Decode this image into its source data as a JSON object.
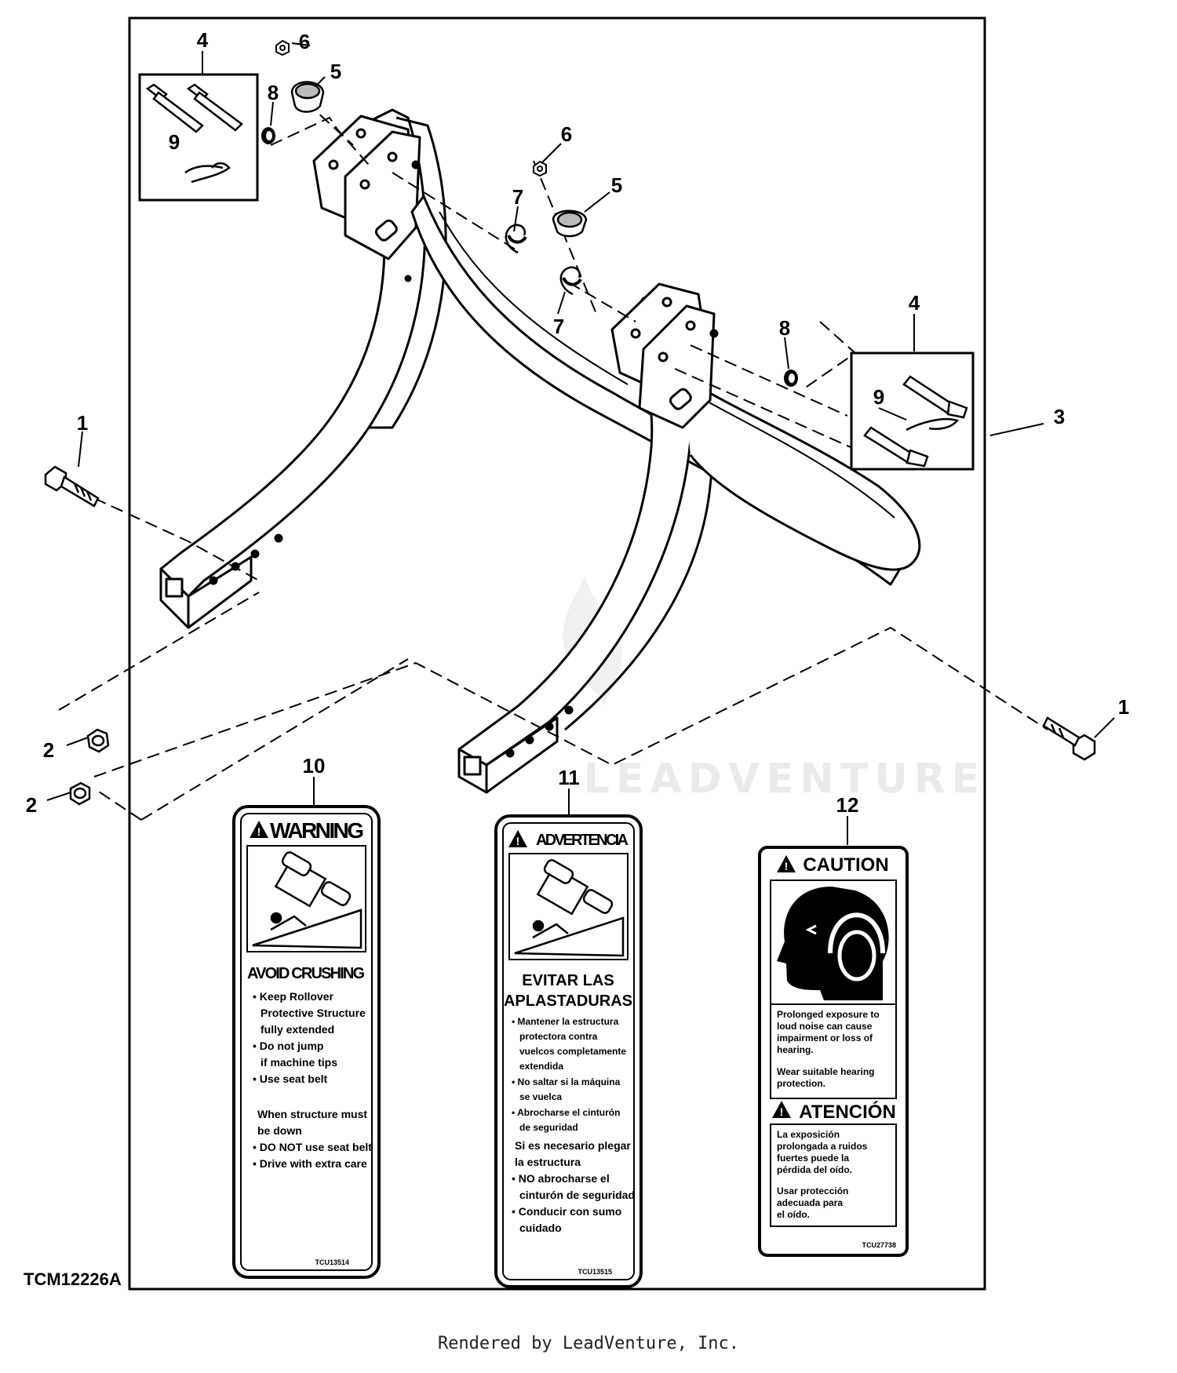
{
  "figure_id": "TCM12226A",
  "credit": "Rendered by LeadVenture, Inc.",
  "watermark": "LEADVENTURE",
  "callouts": {
    "c1a": "1",
    "c1b": "1",
    "c2a": "2",
    "c2b": "2",
    "c3": "3",
    "c4a": "4",
    "c4b": "4",
    "c5a": "5",
    "c5b": "5",
    "c6a": "6",
    "c6b": "6",
    "c7a": "7",
    "c7b": "7",
    "c8a": "8",
    "c8b": "8",
    "c9a": "9",
    "c9b": "9",
    "c10": "10",
    "c11": "11",
    "c12": "12"
  },
  "decal_warning": {
    "title": "WARNING",
    "heading": "AVOID CRUSHING",
    "lines": [
      "• Keep Rollover",
      "Protective Structure",
      "fully extended",
      "• Do not jump",
      "if machine tips",
      "• Use seat belt",
      "",
      "When structure must",
      "be down",
      "• DO NOT use seat belt",
      "• Drive with extra care"
    ],
    "code": "TCU13514"
  },
  "decal_advertencia": {
    "title": "ADVERTENCIA",
    "heading1": "EVITAR LAS",
    "heading2": "APLASTADURAS",
    "lines": [
      "• Mantener la estructura",
      "protectora contra",
      "vuelcos completamente",
      "extendida",
      "• No saltar si la máquina",
      "se vuelca",
      "• Abrocharse el cinturón",
      "de seguridad",
      "Si es necesario plegar",
      "la estructura",
      "• NO abrocharse el",
      "cinturón de seguridad",
      "• Conducir con sumo",
      "cuidado"
    ],
    "code": "TCU13515"
  },
  "decal_caution": {
    "title": "CAUTION",
    "lines_en": [
      "Prolonged exposure to",
      "loud noise can cause",
      "impairment or loss of",
      "hearing.",
      "",
      "Wear suitable hearing",
      "protection."
    ],
    "title_es": "ATENCIÓN",
    "lines_es": [
      "La exposición",
      "prolongada a ruidos",
      "fuertes puede la",
      "pérdida del oído.",
      "",
      "Usar protección",
      "adecuada para",
      "el oído."
    ],
    "code": "TCU27738"
  }
}
